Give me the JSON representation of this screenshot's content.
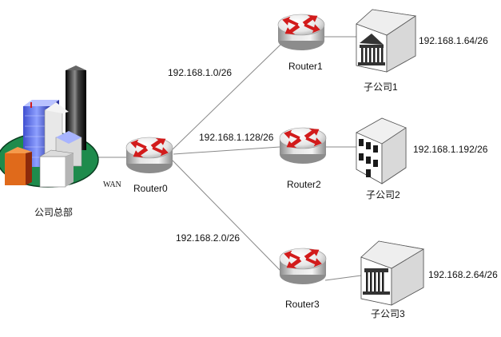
{
  "headquarters": {
    "label": "公司总部",
    "link_label": "WAN"
  },
  "routers": [
    {
      "label": "Router0"
    },
    {
      "label": "Router1"
    },
    {
      "label": "Router2"
    },
    {
      "label": "Router3"
    }
  ],
  "links": [
    {
      "label": "192.168.1.0/26"
    },
    {
      "label": "192.168.1.128/26"
    },
    {
      "label": "192.168.2.0/26"
    }
  ],
  "branches": [
    {
      "label": "子公司1",
      "subnet": "192.168.1.64/26"
    },
    {
      "label": "子公司2",
      "subnet": "192.168.1.192/26"
    },
    {
      "label": "子公司3",
      "subnet": "192.168.2.64/26"
    }
  ]
}
